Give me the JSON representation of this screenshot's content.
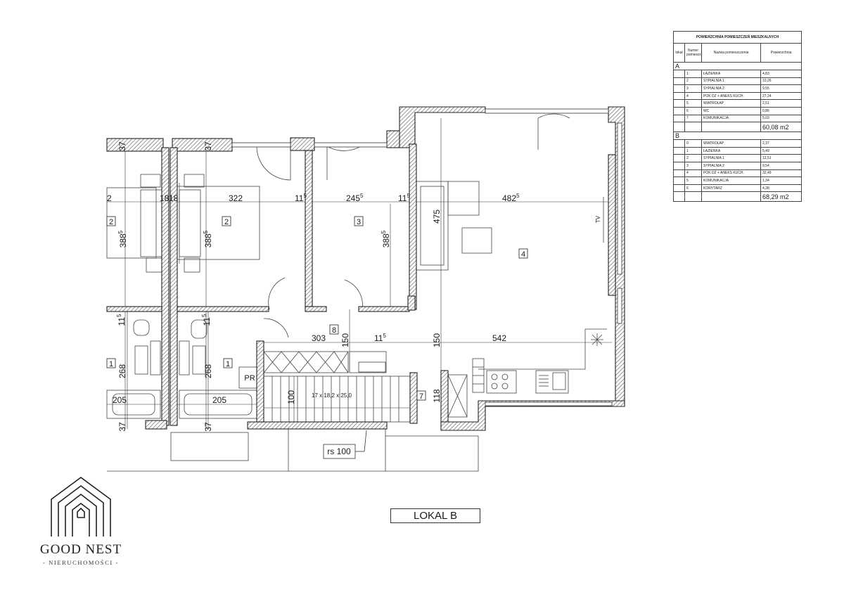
{
  "table": {
    "title": "POWIERZCHNIA POMIESZCZEŃ  MIESZKALNYCH",
    "headers": {
      "lokal": "lokal",
      "numer": "Numer pomieszczenia",
      "nazwa": "Nazwa pomieszczenia",
      "pow": "Powierzchnia"
    },
    "sections": [
      {
        "label": "A",
        "rows": [
          {
            "no": "1",
            "name": "ŁAZIENKA",
            "area": "4,83"
          },
          {
            "no": "2",
            "name": "SYPIALNIA 1",
            "area": "10,26"
          },
          {
            "no": "3",
            "name": "SYPIALNIA 2",
            "area": "9,55"
          },
          {
            "no": "4",
            "name": "POK DZ + ANEKS KUCH.",
            "area": "27,24"
          },
          {
            "no": "5",
            "name": "WIATROŁAP",
            "area": "2,51"
          },
          {
            "no": "6",
            "name": "WC",
            "area": "0,86"
          },
          {
            "no": "7",
            "name": "KOMUNIKACJA",
            "area": "5,03"
          }
        ],
        "total": "60,08 m2"
      },
      {
        "label": "B",
        "rows": [
          {
            "no": "0",
            "name": "WIATROŁAP",
            "area": "2,37"
          },
          {
            "no": "1",
            "name": "ŁAZIENKA",
            "area": "5,49"
          },
          {
            "no": "2",
            "name": "SYPIALNIA 1",
            "area": "12,51"
          },
          {
            "no": "3",
            "name": "SYPIALNIA 2",
            "area": "9,54"
          },
          {
            "no": "4",
            "name": "POK DZ + ANEKS KUCH.",
            "area": "32,49"
          },
          {
            "no": "5",
            "name": "KOMUNIKACJA",
            "area": "1,34"
          },
          {
            "no": "6",
            "name": "KORYTARZ",
            "area": "4,38"
          }
        ],
        "total": "68,29 m2"
      }
    ]
  },
  "plan": {
    "dims": {
      "d37": "37",
      "d18": "18",
      "d322": "322",
      "d11": "11",
      "d245": "245",
      "d4825": "482",
      "sup5": "5",
      "d388": "388",
      "d475": "475",
      "d303": "303",
      "d150": "150",
      "d542": "542",
      "d268": "268",
      "d205": "205",
      "d100": "100",
      "d118": "118",
      "d2": "2"
    },
    "rooms": {
      "r1": "1",
      "r2": "2",
      "r3": "3",
      "r4": "4",
      "r7": "7",
      "r8": "8"
    },
    "labels": {
      "tv": "TV",
      "pr": "PR",
      "stairs": "17 x 18,2 x 25,0",
      "rs": "rs 100"
    }
  },
  "lokal_label": "LOKAL B",
  "logo": {
    "name": "GOOD NEST",
    "sub": "- NIERUCHOMOŚCI -"
  }
}
